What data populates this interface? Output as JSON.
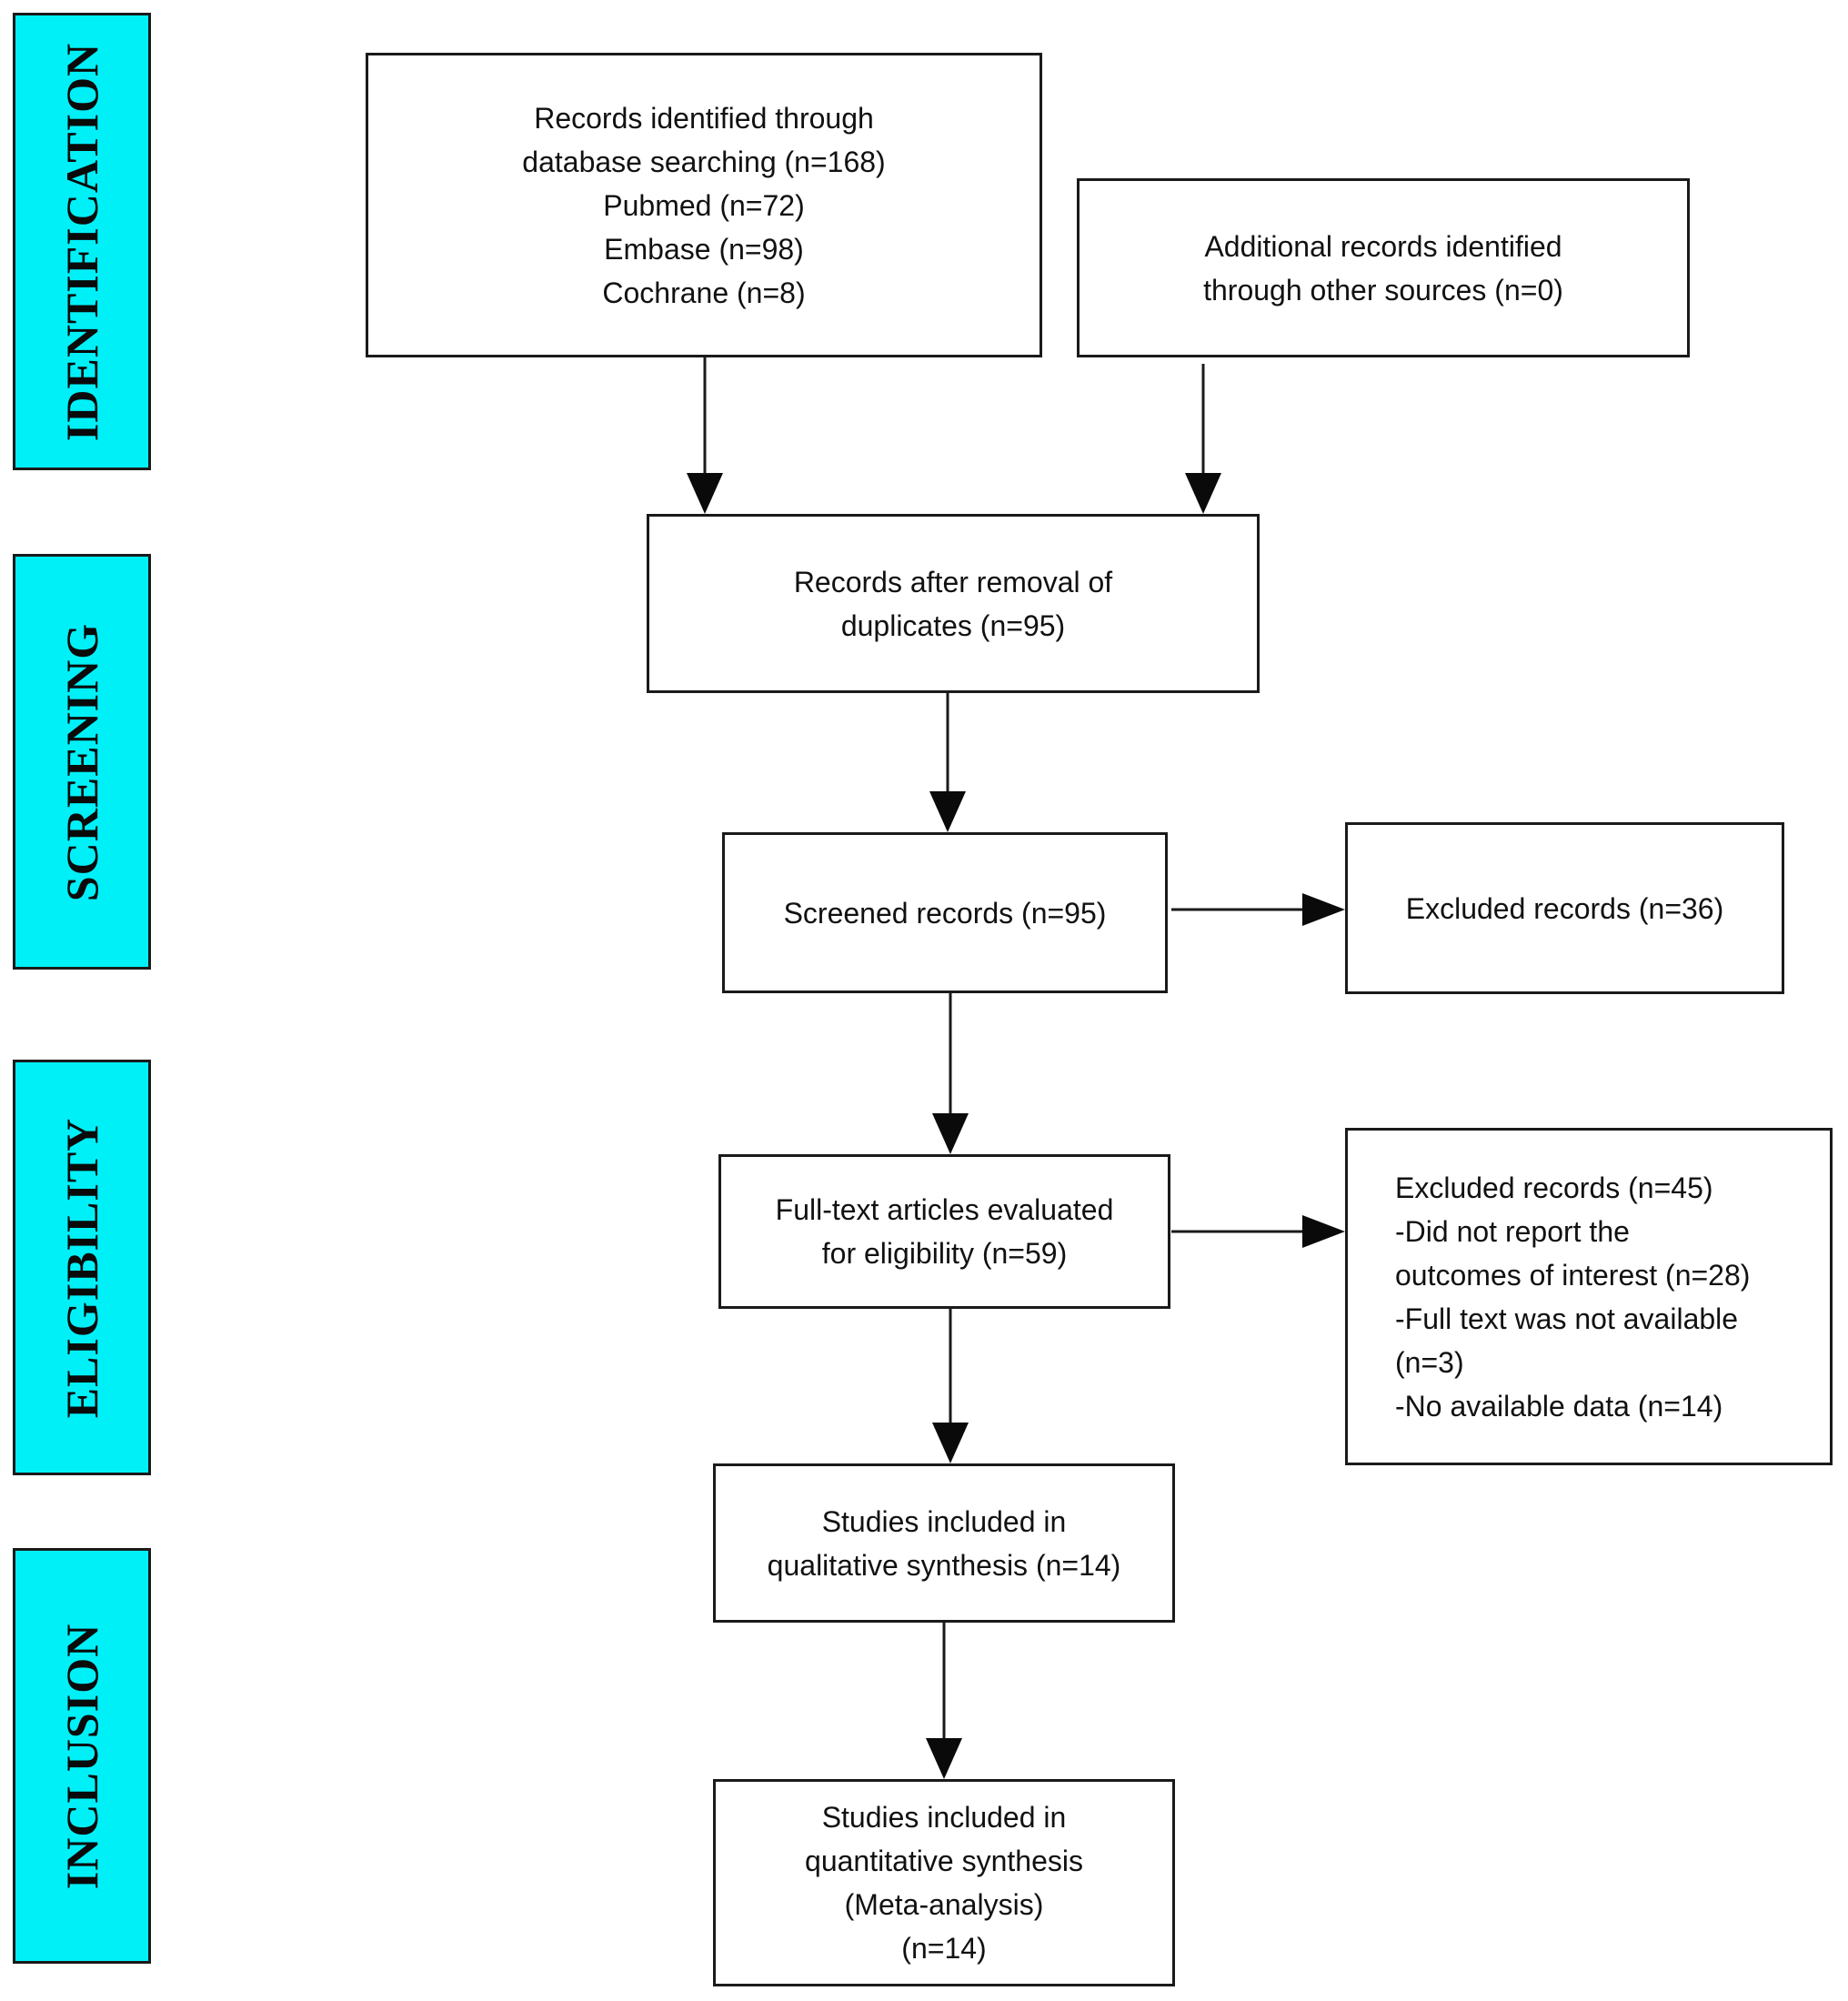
{
  "phases": {
    "identification": "IDENTIFICATION",
    "screening": "SCREENING",
    "eligibility": "ELIGIBILITY",
    "inclusion": "INCLUSION"
  },
  "boxes": {
    "database_records": [
      "Records identified through",
      "database searching (n=168)",
      "Pubmed (n=72)",
      "Embase (n=98)",
      "Cochrane (n=8)"
    ],
    "other_sources": [
      "Additional records identified",
      "through other sources (n=0)"
    ],
    "after_duplicates": [
      "Records after removal of",
      "duplicates (n=95)"
    ],
    "screened": [
      "Screened records (n=95)"
    ],
    "excluded_screening": [
      "Excluded records (n=36)"
    ],
    "full_text": [
      "Full-text articles evaluated",
      "for eligibility (n=59)"
    ],
    "excluded_full_text": [
      "Excluded records (n=45)",
      "-Did not report the",
      "outcomes of interest (n=28)",
      "-Full text was not available",
      "(n=3)",
      "-No available data (n=14)"
    ],
    "qualitative": [
      "Studies included in",
      "qualitative synthesis (n=14)"
    ],
    "quantitative": [
      "Studies included in",
      "quantitative synthesis",
      "(Meta-analysis)",
      "(n=14)"
    ]
  },
  "colors": {
    "phase_fill": "#00f0f8",
    "stroke": "#1a1a1a"
  }
}
